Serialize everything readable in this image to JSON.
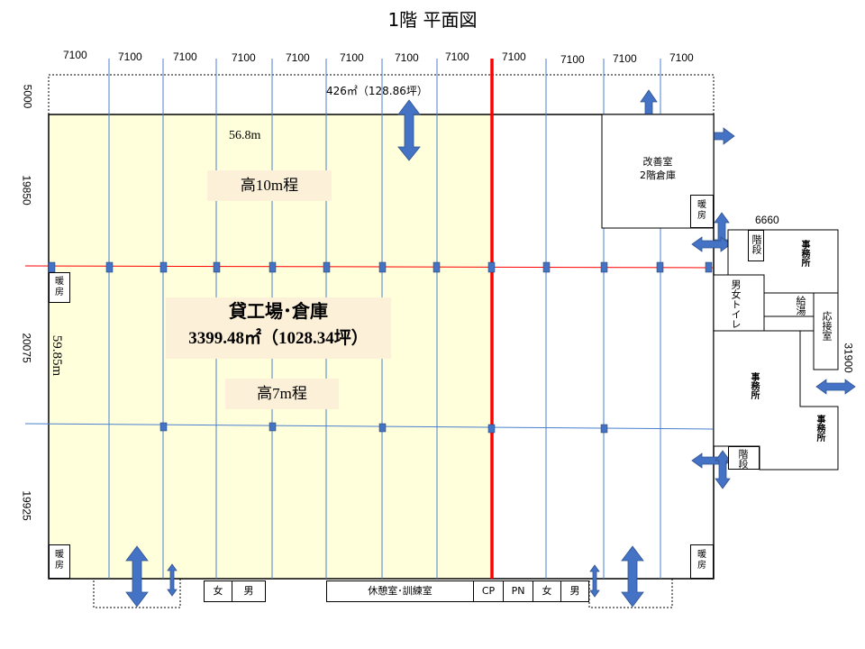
{
  "title": "1階 平面図",
  "top_dims": [
    "7100",
    "7100",
    "7100",
    "7100",
    "7100",
    "7100",
    "7100",
    "7100",
    "7100",
    "7100",
    "7100",
    "7100"
  ],
  "left_dims": [
    "5000",
    "19850",
    "20075",
    "19925"
  ],
  "right_dims": [
    "6660",
    "31900"
  ],
  "canopy_area": "426㎡（128.86坪）",
  "width_label": "56.8m",
  "depth_label": "59.85m",
  "height_high": "高10m程",
  "height_low": "高7m程",
  "main_title": "貸工場･倉庫",
  "main_area": "3399.48㎡（1028.34坪）",
  "heater": "暖房",
  "rooms": {
    "renovation": "改善室",
    "storage_2f": "2階倉庫",
    "stairs": "階段",
    "office": "事務所",
    "kitchen": "給湯",
    "reception": "応接室",
    "toilet_mf": "男女トイレ"
  },
  "bottom_rooms": {
    "women": "女",
    "men": "男",
    "break_room": "休憩室･訓練室",
    "cp": "CP",
    "pn": "PN"
  },
  "colors": {
    "yellow_area": "#ffffdc",
    "grid_line": "#4a7fd0",
    "red_line": "#ff0000",
    "arrow": "#4472c4",
    "label_bg": "#fdf0d8"
  }
}
